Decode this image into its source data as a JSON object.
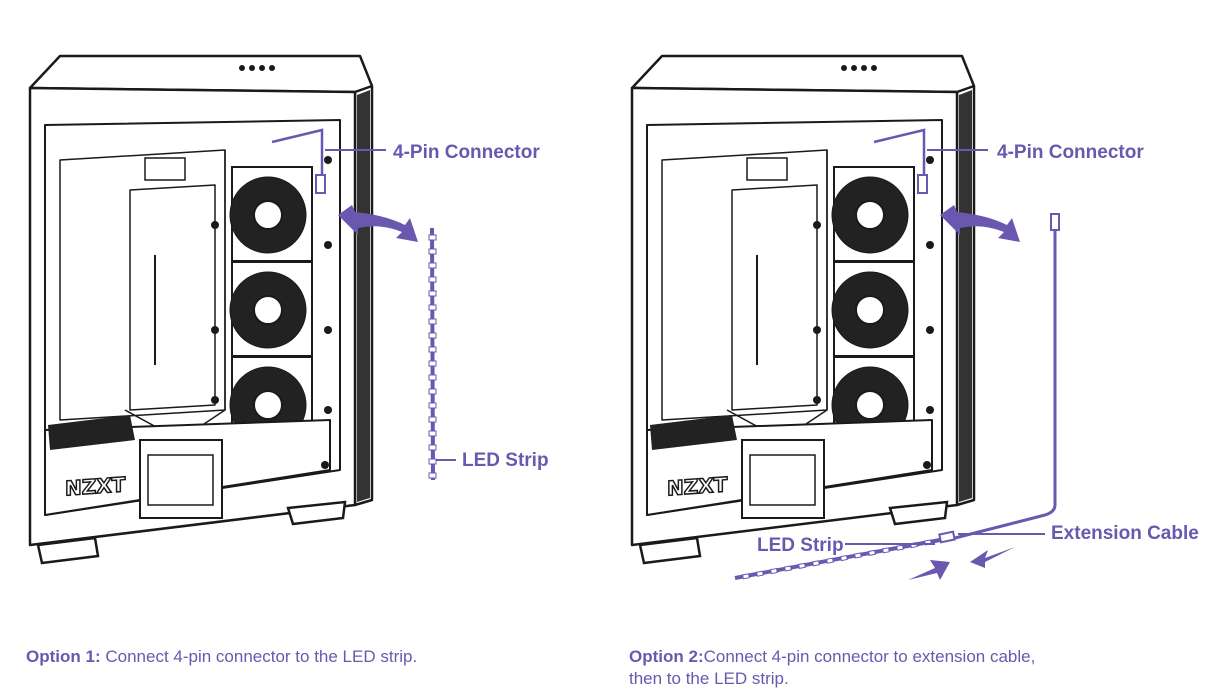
{
  "accent_color": "#6a58b0",
  "panel1": {
    "connector_label": "4-Pin Connector",
    "strip_label": "LED Strip",
    "case_logo": "NZXT",
    "caption_prefix": "Option 1:",
    "caption_text": "Connect 4-pin connector to the LED strip."
  },
  "panel2": {
    "connector_label": "4-Pin Connector",
    "strip_label": "LED Strip",
    "cable_label": "Extension Cable",
    "case_logo": "NZXT",
    "caption_prefix": "Option 2:",
    "caption_text": "Connect 4-pin connector to extension cable,",
    "caption_text_line2": "then to the LED strip."
  }
}
